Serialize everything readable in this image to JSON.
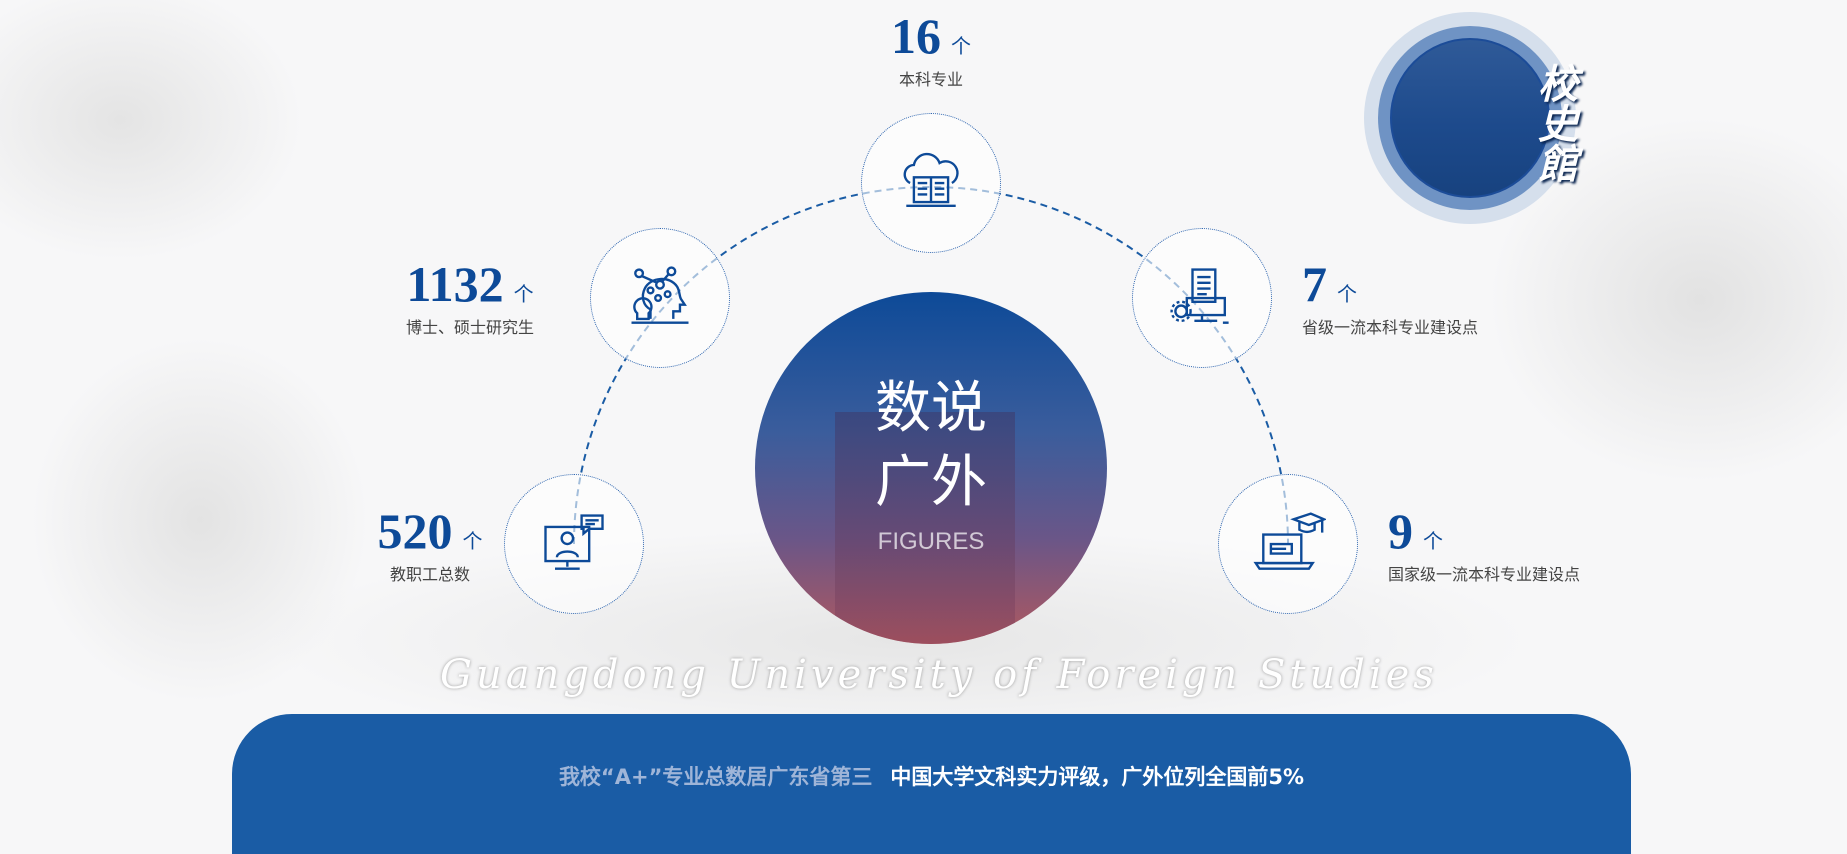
{
  "center": {
    "line1": "数说",
    "line2": "广外",
    "subtitle": "FIGURES"
  },
  "logo": {
    "text": "校史館"
  },
  "watermark": "Guangdong University of Foreign Studies",
  "stats": [
    {
      "id": "undergrad-majors",
      "value": "16",
      "unit": "个",
      "label": "本科专业",
      "icon": "cloud-book-icon"
    },
    {
      "id": "graduate-students",
      "value": "1132",
      "unit": "个",
      "label": "博士、硕士研究生",
      "icon": "head-network-bulb-icon"
    },
    {
      "id": "provincial-majors",
      "value": "7",
      "unit": "个",
      "label": "省级一流本科专业建设点",
      "icon": "document-monitor-gear-icon"
    },
    {
      "id": "staff",
      "value": "520",
      "unit": "个",
      "label": "教职工总数",
      "icon": "online-teacher-icon"
    },
    {
      "id": "national-majors",
      "value": "9",
      "unit": "个",
      "label": "国家级一流本科专业建设点",
      "icon": "laptop-graduation-cap-icon"
    }
  ],
  "banner": {
    "text_a": "我校“A+”专业总数居广东省第三",
    "text_b": "中国大学文科实力评级，广外位列全国前5%"
  },
  "colors": {
    "accent": "#0d4a98",
    "banner": "#1a5ca5"
  }
}
